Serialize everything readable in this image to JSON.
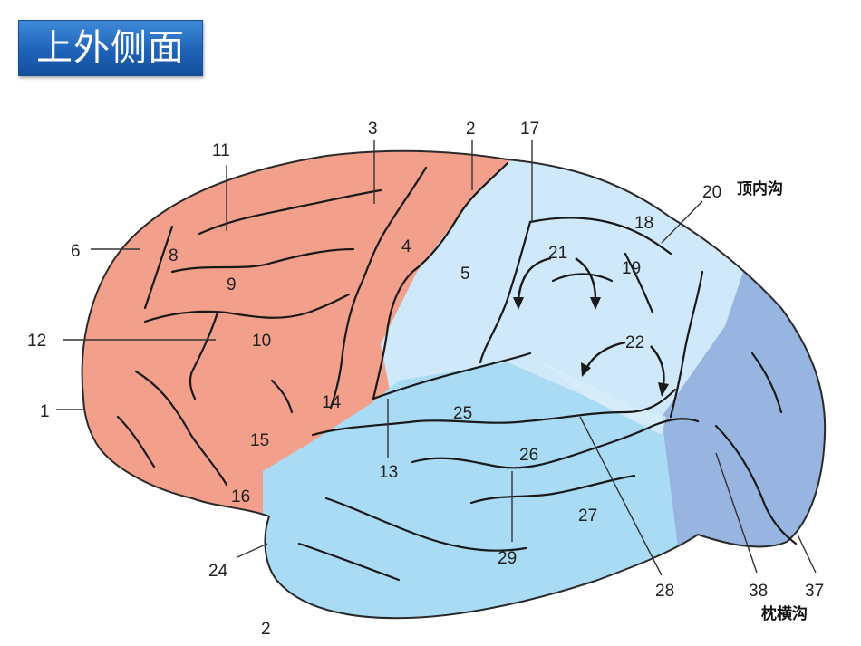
{
  "title": "上外侧面",
  "colors": {
    "frontal": "#f2a08c",
    "parietal": "#cfe8fa",
    "temporal": "#a9dbf5",
    "occipital": "#98b4e0",
    "title_bg": "#2a6fc4"
  },
  "labels": {
    "n1": "1",
    "n2": "2",
    "n2b": "2",
    "n3": "3",
    "n4": "4",
    "n5": "5",
    "n6": "6",
    "n8": "8",
    "n9": "9",
    "n10": "10",
    "n11": "11",
    "n12": "12",
    "n13": "13",
    "n14": "14",
    "n15": "15",
    "n16": "16",
    "n17": "17",
    "n18": "18",
    "n19": "19",
    "n20": "20",
    "n21": "21",
    "n22": "22",
    "n24": "24",
    "n25": "25",
    "n26": "26",
    "n27": "27",
    "n28": "28",
    "n29": "29",
    "n37": "37",
    "n38": "38"
  },
  "annotations": {
    "intraparietal_sulcus": "顶内沟",
    "transverse_occipital_sulcus": "枕横沟"
  }
}
